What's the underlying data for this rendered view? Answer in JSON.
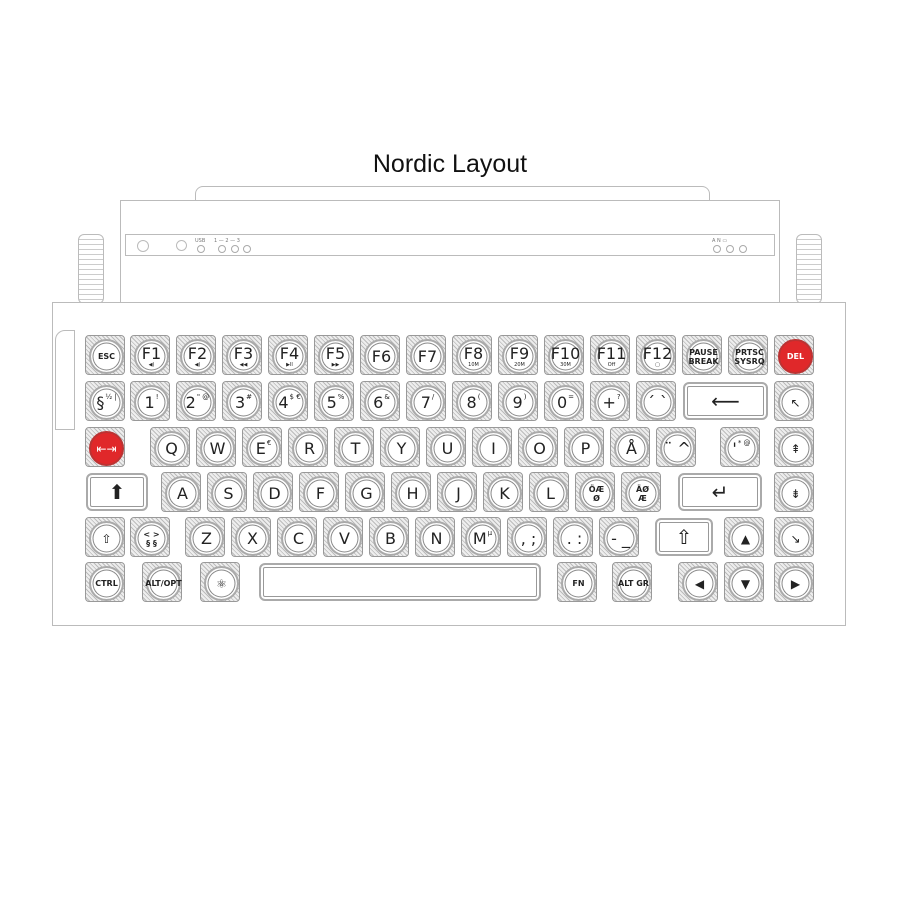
{
  "title": "Nordic Layout",
  "accent_color": "#e0282a",
  "indicators": {
    "usb": "USB",
    "bt": "1 — 2 — 3",
    "right": "A  N  ▭"
  },
  "rows": [
    [
      {
        "l": "ESC",
        "t": "small"
      },
      {
        "l": "F1",
        "s": "◀)"
      },
      {
        "l": "F2",
        "s": "◀)"
      },
      {
        "l": "F3",
        "s": "◀◀"
      },
      {
        "l": "F4",
        "s": "▶II"
      },
      {
        "l": "F5",
        "s": "▶▶"
      },
      {
        "l": "F6"
      },
      {
        "l": "F7"
      },
      {
        "l": "F8",
        "s": "10M"
      },
      {
        "l": "F9",
        "s": "20M"
      },
      {
        "l": "F10",
        "s": "30M"
      },
      {
        "l": "F11",
        "s": "Off"
      },
      {
        "l": "F12",
        "s": "▢"
      },
      {
        "l": "PAUSE\nBREAK",
        "t": "small"
      },
      {
        "l": "PRTSC\nSYSRQ",
        "t": "small"
      },
      {
        "l": "DEL",
        "t": "small",
        "red": true
      }
    ],
    [
      {
        "l": "§",
        "a": "½ |"
      },
      {
        "l": "1",
        "a": "!"
      },
      {
        "l": "2",
        "a": "\" @"
      },
      {
        "l": "3",
        "a": "#"
      },
      {
        "l": "4",
        "a": "$ €"
      },
      {
        "l": "5",
        "a": "%"
      },
      {
        "l": "6",
        "a": "&"
      },
      {
        "l": "7",
        "a": "/"
      },
      {
        "l": "8",
        "a": "("
      },
      {
        "l": "9",
        "a": ")"
      },
      {
        "l": "0",
        "a": "="
      },
      {
        "l": "+",
        "a": "?"
      },
      {
        "l": "´ `",
        "a": ""
      },
      {
        "l": "⟵",
        "w": true
      },
      {
        "l": "↖",
        "t": "fn"
      }
    ],
    [
      {
        "l": "⇤⇥",
        "t": "fn",
        "red": true
      },
      {
        "l": "Q"
      },
      {
        "l": "W"
      },
      {
        "l": "E",
        "a": "€"
      },
      {
        "l": "R"
      },
      {
        "l": "T"
      },
      {
        "l": "Y"
      },
      {
        "l": "U"
      },
      {
        "l": "I"
      },
      {
        "l": "O"
      },
      {
        "l": "P"
      },
      {
        "l": "Å"
      },
      {
        "l": "¨ ^"
      },
      {
        "l": "'",
        "a": "* @"
      },
      {
        "l": "⇞",
        "t": "fn"
      }
    ],
    [
      {
        "l": "⬆",
        "w": true
      },
      {
        "l": "A"
      },
      {
        "l": "S"
      },
      {
        "l": "D"
      },
      {
        "l": "F"
      },
      {
        "l": "G"
      },
      {
        "l": "H"
      },
      {
        "l": "J"
      },
      {
        "l": "K"
      },
      {
        "l": "L"
      },
      {
        "l": "ÖÆ\nØ",
        "t": "small"
      },
      {
        "l": "ÄØ\nÆ",
        "t": "small"
      },
      {
        "l": "↵",
        "w": true
      },
      {
        "l": "⇟",
        "t": "fn"
      }
    ],
    [
      {
        "l": "⇧",
        "t": "fn"
      },
      {
        "l": "< >\n§ §",
        "t": "small"
      },
      {
        "l": "Z"
      },
      {
        "l": "X"
      },
      {
        "l": "C"
      },
      {
        "l": "V"
      },
      {
        "l": "B"
      },
      {
        "l": "N"
      },
      {
        "l": "M",
        "a": "µ"
      },
      {
        "l": ", ;"
      },
      {
        "l": ". :"
      },
      {
        "l": "- _"
      },
      {
        "l": "⇧",
        "w": true
      },
      {
        "l": "▲",
        "t": "fn"
      },
      {
        "l": "↘",
        "t": "fn"
      }
    ],
    [
      {
        "l": "CTRL",
        "t": "small"
      },
      {
        "l": "ALT/OPT",
        "t": "small"
      },
      {
        "l": "⚛",
        "t": "fn"
      },
      {
        "l": "",
        "w": true
      },
      {
        "l": "FN",
        "t": "small"
      },
      {
        "l": "ALT GR",
        "t": "small"
      },
      {
        "l": "◀",
        "t": "fn"
      },
      {
        "l": "▼",
        "t": "fn"
      },
      {
        "l": "▶",
        "t": "fn"
      }
    ]
  ]
}
